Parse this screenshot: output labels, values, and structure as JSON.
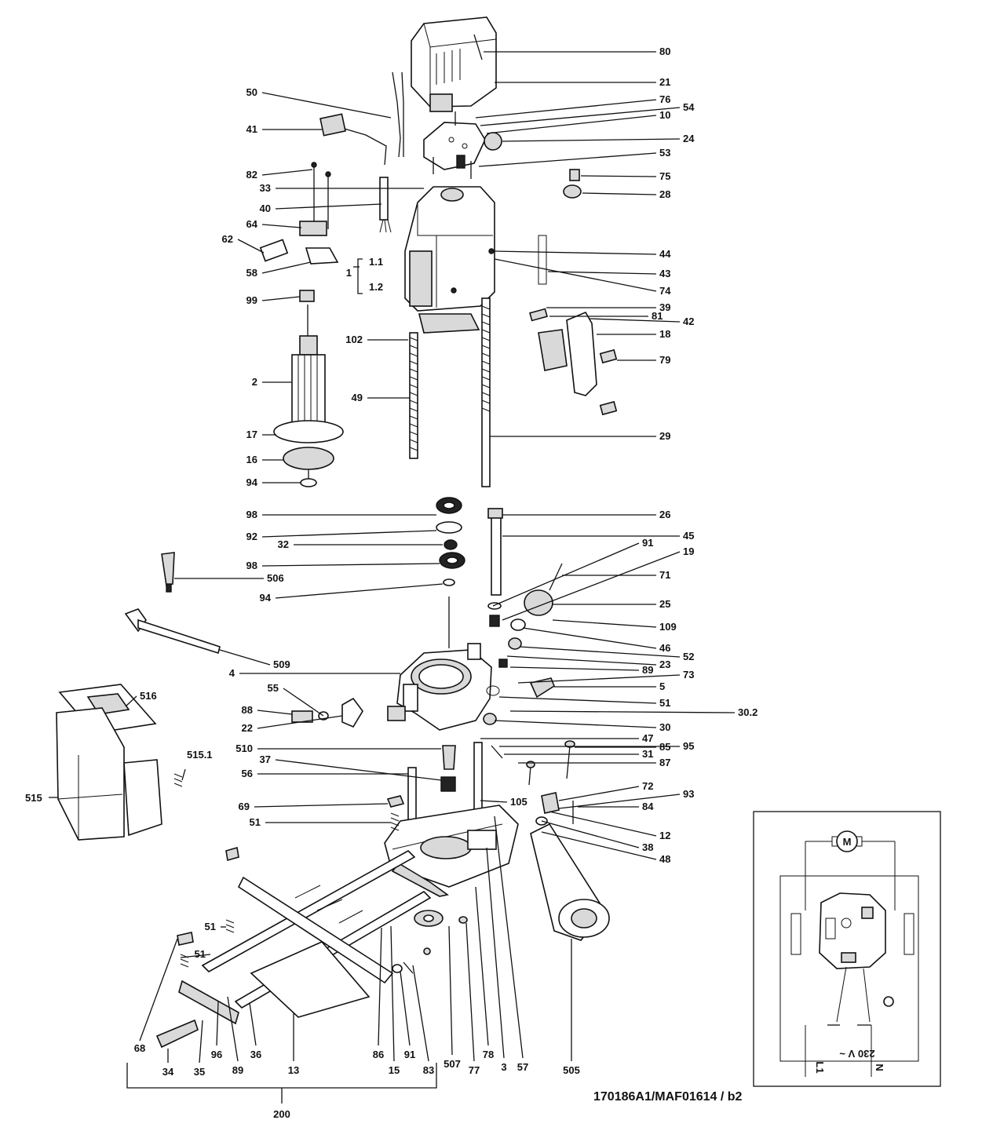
{
  "diagram": {
    "reference": "170186A1/MAF01614 / b2",
    "assembly_label": "200",
    "callouts_right": [
      "80",
      "21",
      "76",
      "54",
      "10",
      "24",
      "53",
      "75",
      "28",
      "44",
      "43",
      "74",
      "39",
      "81",
      "42",
      "18",
      "79",
      "29",
      "26",
      "45",
      "91",
      "19",
      "71",
      "25",
      "109",
      "46",
      "52",
      "23",
      "89",
      "73",
      "5",
      "51",
      "30.2",
      "30",
      "47",
      "95",
      "31",
      "87",
      "85",
      "72",
      "93",
      "84",
      "105",
      "12",
      "38",
      "48"
    ],
    "callouts_left": [
      "50",
      "41",
      "82",
      "33",
      "40",
      "64",
      "62",
      "58",
      "1",
      "1.1",
      "1.2",
      "99",
      "102",
      "2",
      "49",
      "17",
      "16",
      "94",
      "98",
      "92",
      "32",
      "98",
      "506",
      "94",
      "509",
      "4",
      "55",
      "88",
      "22",
      "516",
      "515.1",
      "515",
      "510",
      "37",
      "56",
      "69",
      "51",
      "51",
      "51"
    ],
    "callouts_bottom": [
      "68",
      "34",
      "35",
      "96",
      "89",
      "36",
      "13",
      "86",
      "91",
      "15",
      "83",
      "507",
      "77",
      "78",
      "3",
      "57",
      "505"
    ],
    "wiring": {
      "motor": "M",
      "voltage": "230 V ~",
      "line": "L1",
      "neutral": "N"
    }
  }
}
